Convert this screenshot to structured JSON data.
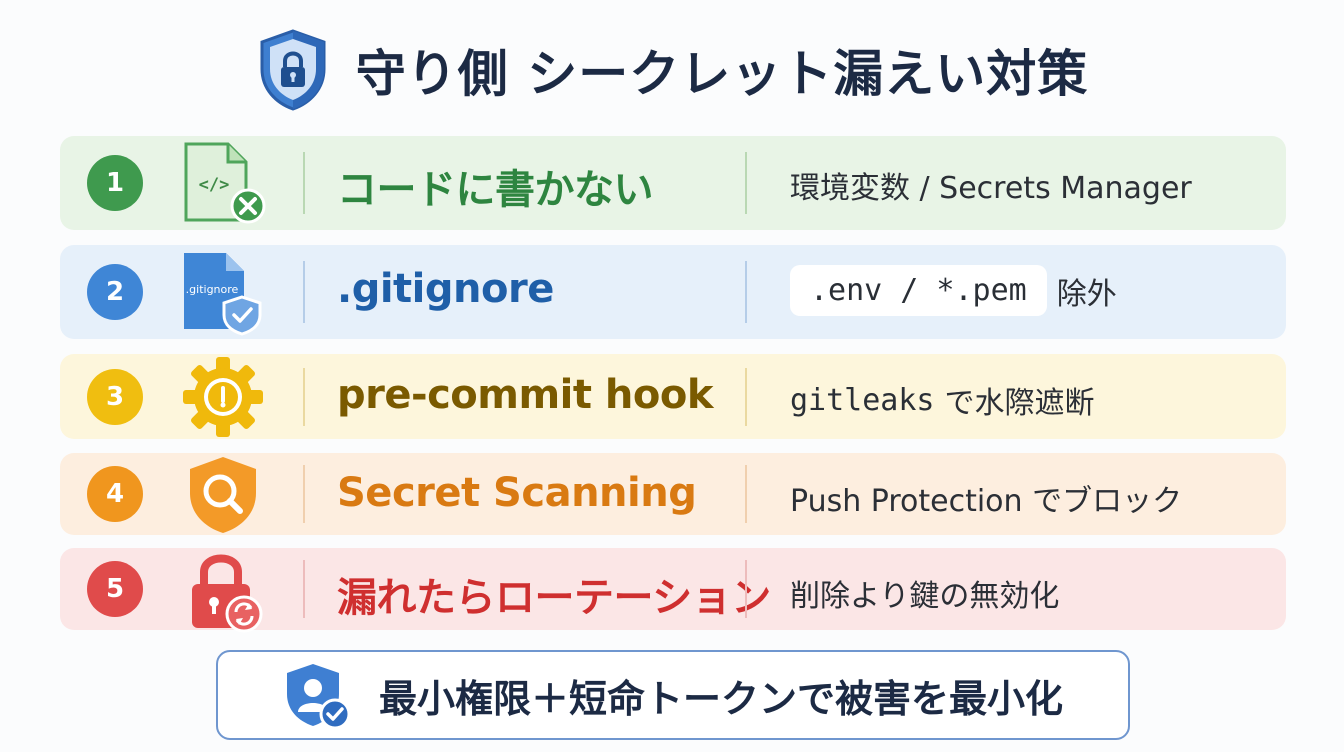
{
  "header": {
    "title": "守り側 シークレット漏えい対策",
    "icon": "shield-lock-icon"
  },
  "rows": [
    {
      "number": "1",
      "title": "コードに書かない",
      "desc": "環境変数 / Secrets Manager",
      "icon": "code-file-x-icon",
      "icon_text": "</>",
      "color": "#2e8540"
    },
    {
      "number": "2",
      "title": ".gitignore",
      "desc_code": ".env / *.pem",
      "desc_suffix": "除外",
      "icon": "gitignore-file-shield-icon",
      "icon_text": ".gitignore",
      "color": "#1f5fa8"
    },
    {
      "number": "3",
      "title": "pre-commit hook",
      "desc_code": "gitleaks",
      "desc_suffix": "で水際遮断",
      "icon": "gear-hook-icon",
      "color": "#7a5a00"
    },
    {
      "number": "4",
      "title": "Secret Scanning",
      "desc": "Push Protection でブロック",
      "icon": "shield-search-icon",
      "color": "#d97a12"
    },
    {
      "number": "5",
      "title": "漏れたらローテーション",
      "desc": "削除より鍵の無効化",
      "icon": "lock-rotate-icon",
      "color": "#cf2f2f"
    }
  ],
  "footer": {
    "text": "最小権限＋短命トークンで被害を最小化",
    "icon": "user-shield-check-icon"
  },
  "colors": {
    "row1_bg": "#e8f4e6",
    "row2_bg": "#e6f0fa",
    "row3_bg": "#fdf6dc",
    "row4_bg": "#fdeedf",
    "row5_bg": "#fbe6e6",
    "green": "#3f9a4e",
    "blue": "#3f86d6",
    "yellow": "#f0be10",
    "orange": "#f0961e",
    "red": "#e04b4b"
  }
}
